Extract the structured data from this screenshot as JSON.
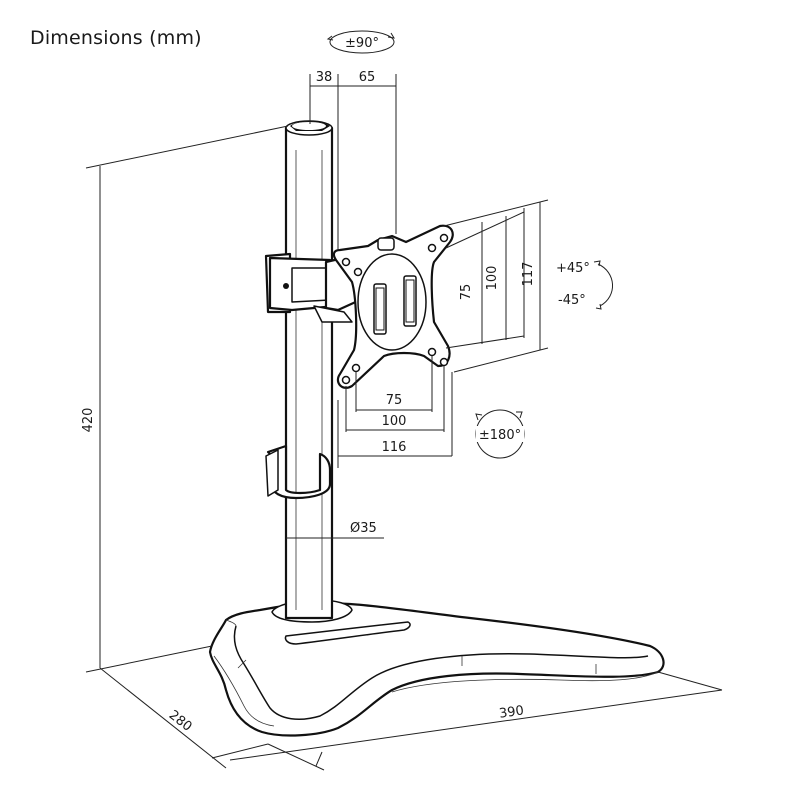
{
  "title": "Dimensions (mm)",
  "rotation": {
    "swivel": "±90°",
    "tilt_up": "+45°",
    "tilt_down": "-45°",
    "rotate": "±180°"
  },
  "dimensions": {
    "top_offset_a": "38",
    "top_offset_b": "65",
    "vesa_v_75": "75",
    "vesa_v_100": "100",
    "plate_height": "117",
    "vesa_h_75": "75",
    "vesa_h_100": "100",
    "plate_width": "116",
    "pole_diameter": "Ø35",
    "height": "420",
    "depth": "280",
    "width": "390"
  }
}
